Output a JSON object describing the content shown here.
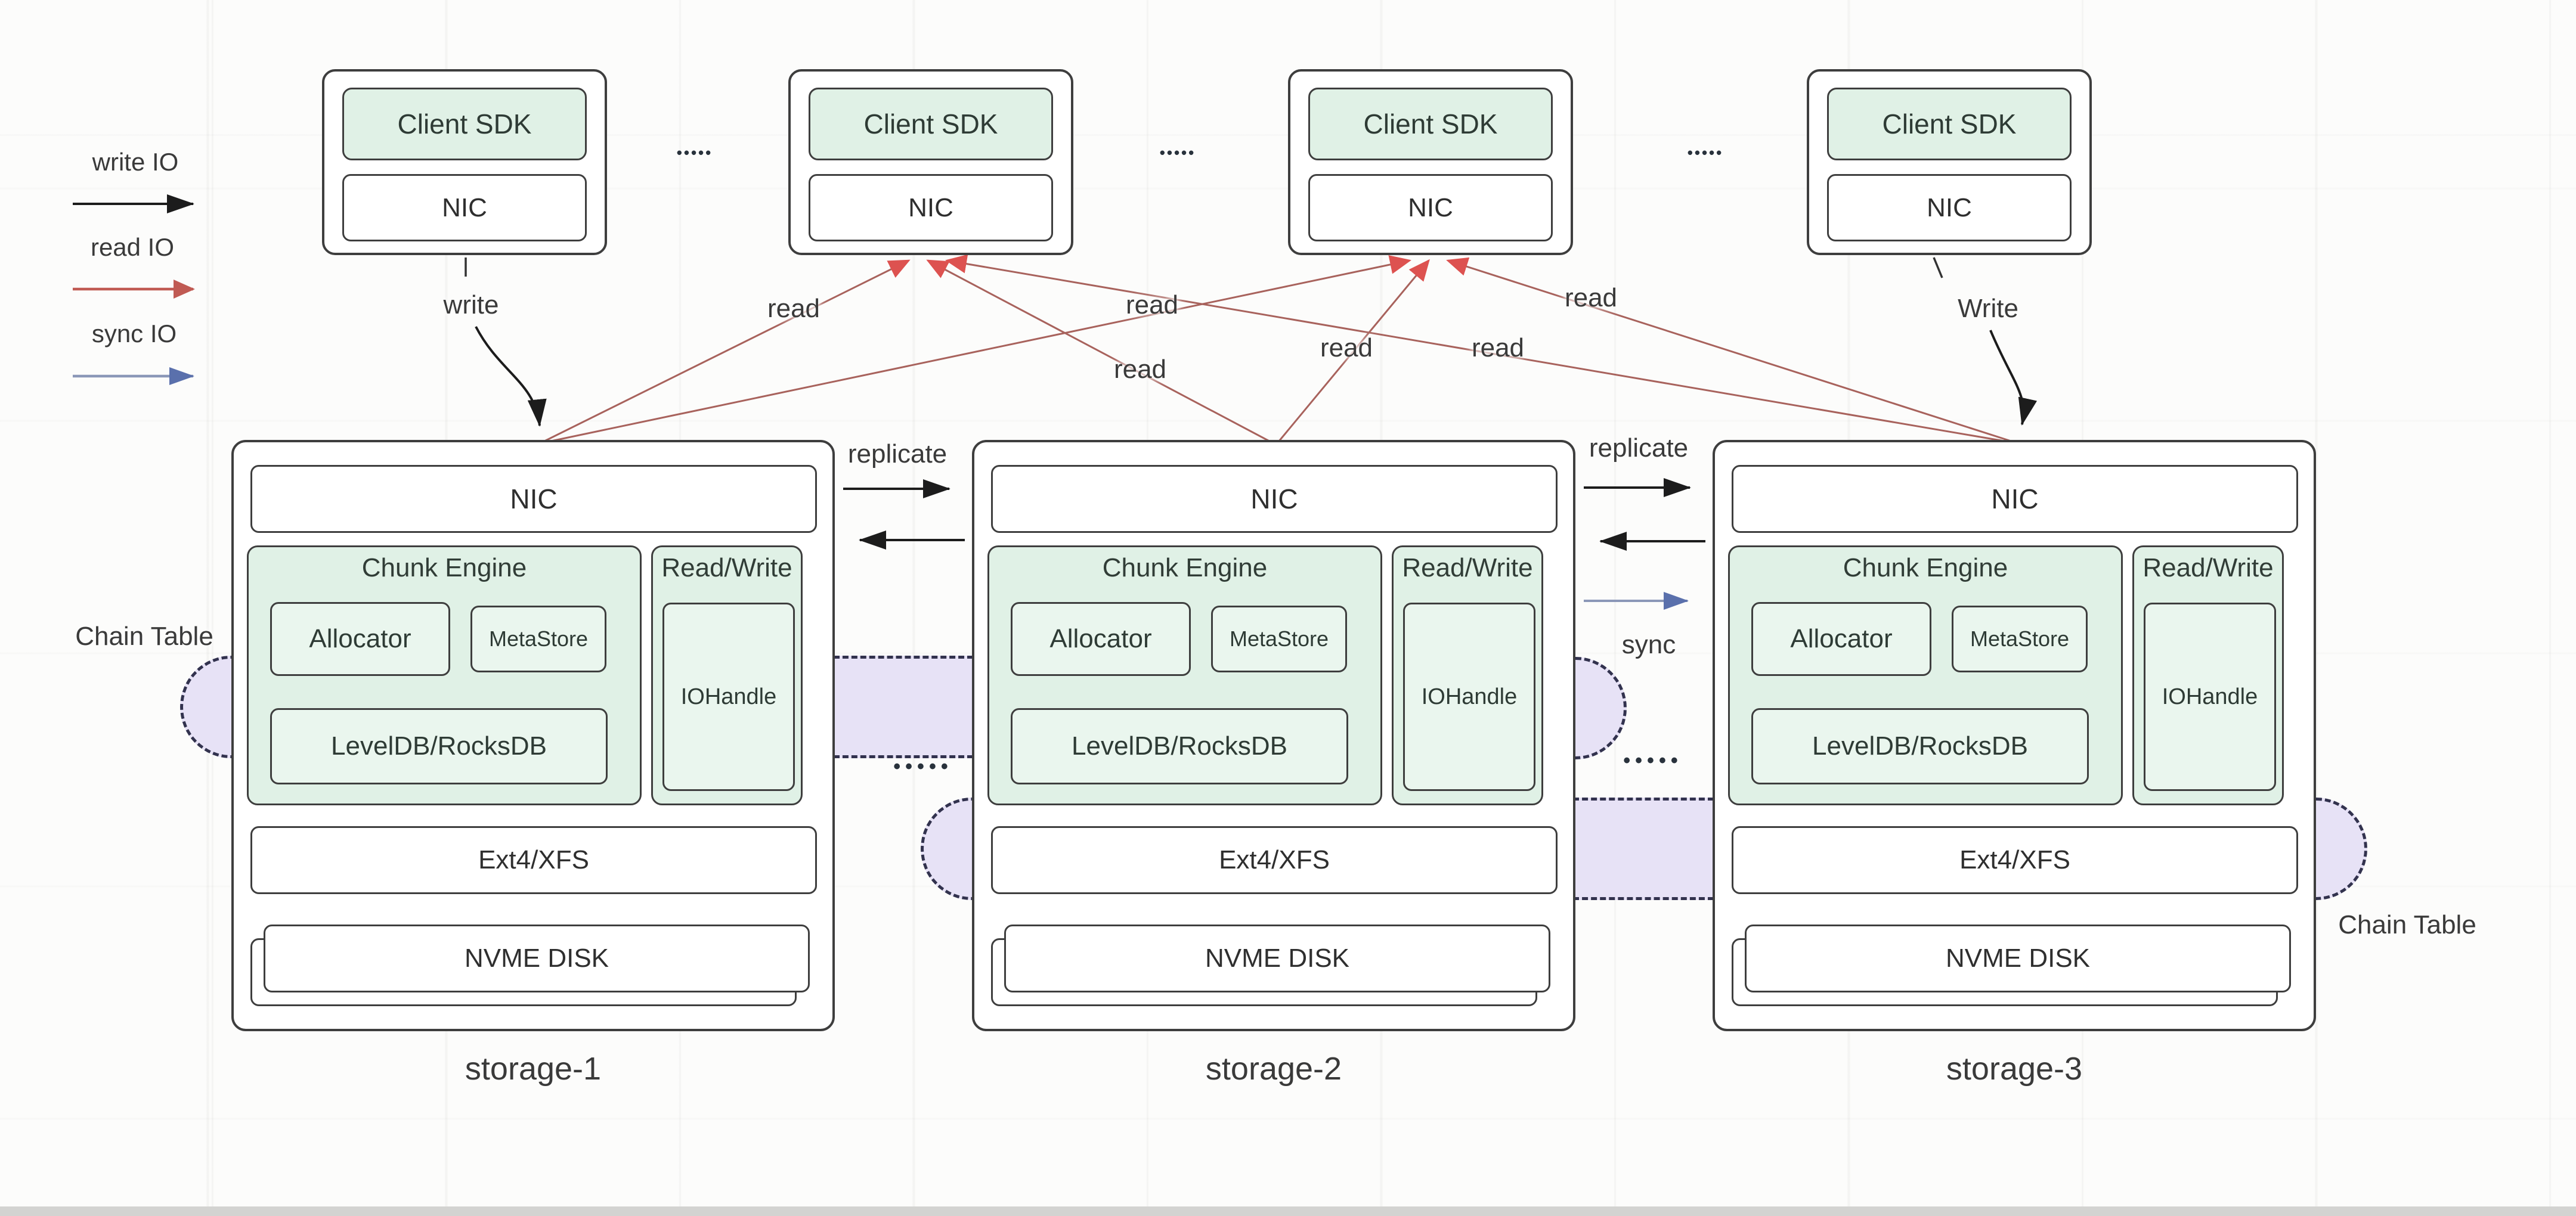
{
  "legend": {
    "items": [
      {
        "label": "write IO",
        "color": "#1c1c1c"
      },
      {
        "label": "read IO",
        "color": "#c05a53"
      },
      {
        "label": "sync IO",
        "color": "#5a70ac"
      }
    ]
  },
  "clients": [
    {
      "sdk": "Client SDK",
      "nic": "NIC"
    },
    {
      "sdk": "Client SDK",
      "nic": "NIC"
    },
    {
      "sdk": "Client SDK",
      "nic": "NIC"
    },
    {
      "sdk": "Client SDK",
      "nic": "NIC"
    }
  ],
  "flow_labels": {
    "write_client1": "write",
    "write_client4": "Write",
    "replicate_1": "replicate",
    "replicate_2": "replicate",
    "sync": "sync"
  },
  "read_labels": [
    "read",
    "read",
    "read",
    "read",
    "read",
    "read"
  ],
  "chain_table": {
    "left": "Chain Table",
    "right": "Chain Table"
  },
  "dots": {
    "glyph": "•••••"
  },
  "storages": [
    {
      "name": "storage-1",
      "nic": "NIC",
      "chunk_engine": {
        "title": "Chunk Engine",
        "allocator": "Allocator",
        "metastore": "MetaStore",
        "db": "LevelDB/RocksDB"
      },
      "read_write": {
        "title": "Read/Write",
        "iohandle": "IOHandle"
      },
      "fs": "Ext4/XFS",
      "disk": "NVME DISK"
    },
    {
      "name": "storage-2",
      "nic": "NIC",
      "chunk_engine": {
        "title": "Chunk Engine",
        "allocator": "Allocator",
        "metastore": "MetaStore",
        "db": "LevelDB/RocksDB"
      },
      "read_write": {
        "title": "Read/Write",
        "iohandle": "IOHandle"
      },
      "fs": "Ext4/XFS",
      "disk": "NVME DISK"
    },
    {
      "name": "storage-3",
      "nic": "NIC",
      "chunk_engine": {
        "title": "Chunk Engine",
        "allocator": "Allocator",
        "metastore": "MetaStore",
        "db": "LevelDB/RocksDB"
      },
      "read_write": {
        "title": "Read/Write",
        "iohandle": "IOHandle"
      },
      "fs": "Ext4/XFS",
      "disk": "NVME DISK"
    }
  ],
  "colors": {
    "box_border": "#3e3e3e",
    "green_fill": "#e0f1e6",
    "green_fill_light": "#eaf6ee",
    "lavender": "#e7e2f6",
    "read_line": "#a8625c",
    "read_arrowhead": "#dd5250",
    "sync_blue": "#5a70ac",
    "write_black": "#1c1c1c",
    "bottom_bar": "#d3d3d1"
  }
}
